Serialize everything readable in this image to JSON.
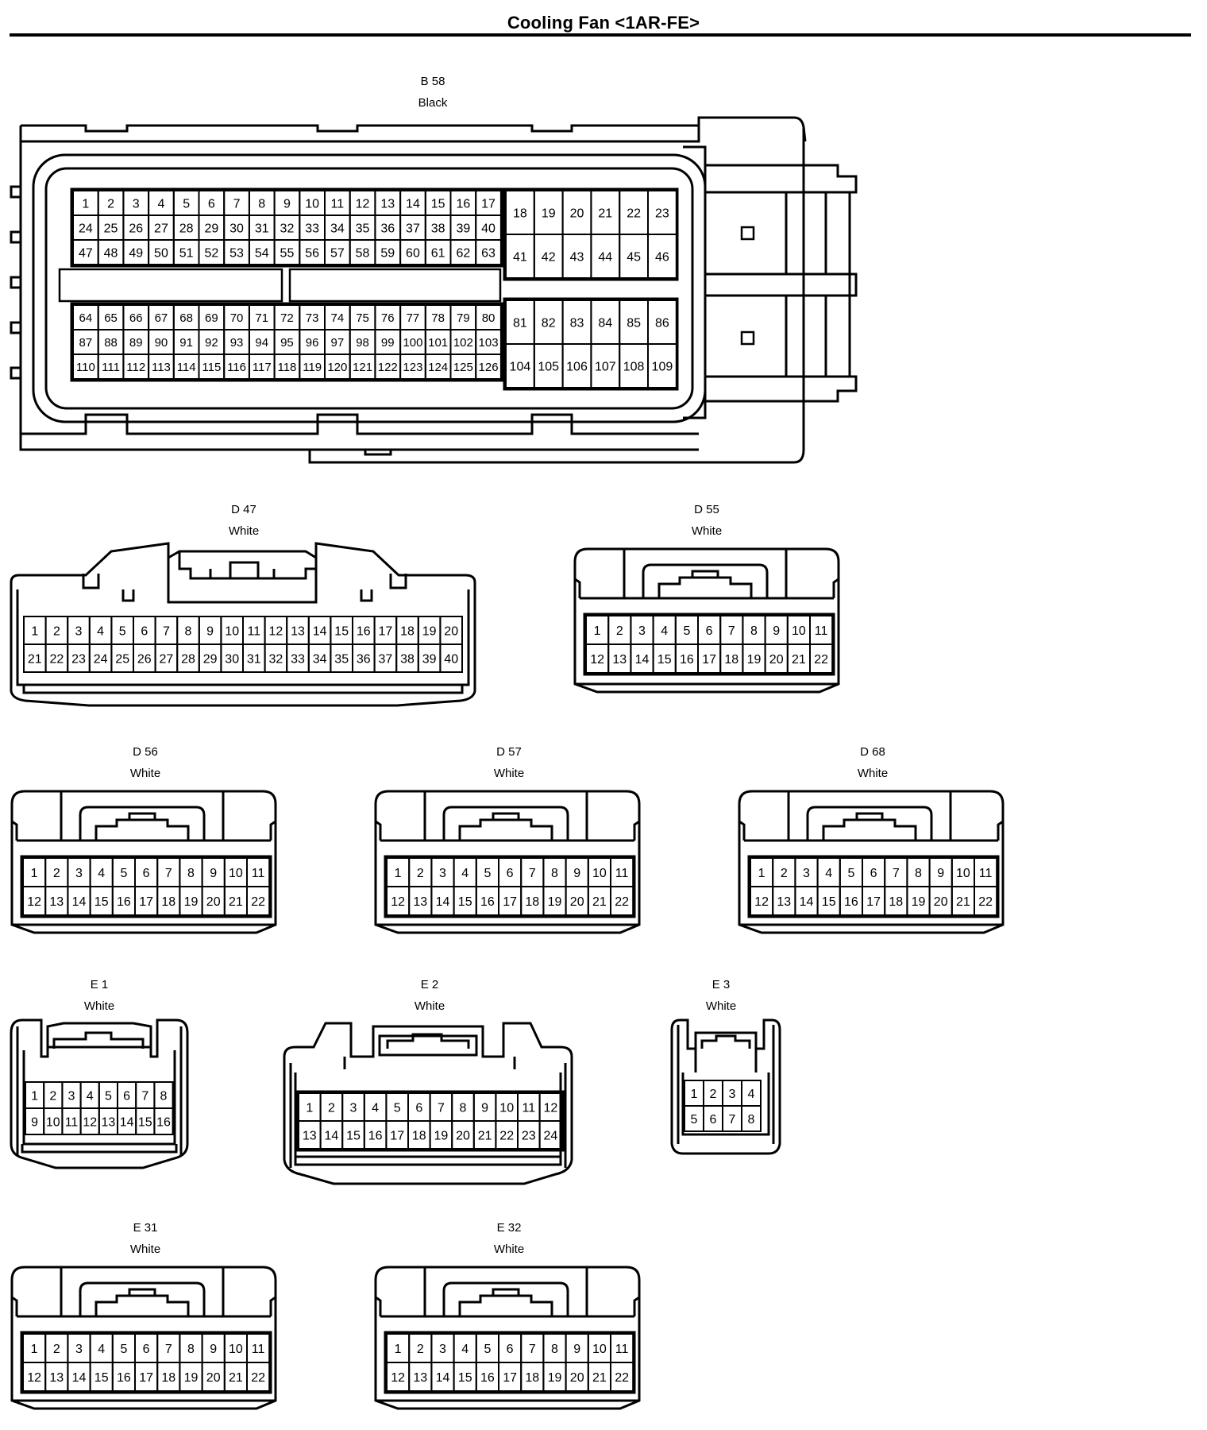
{
  "title": "Cooling Fan <1AR-FE>",
  "connectors": {
    "B58": {
      "id": "B 58",
      "color": "Black"
    },
    "D47": {
      "id": "D 47",
      "color": "White"
    },
    "D55": {
      "id": "D 55",
      "color": "White"
    },
    "D56": {
      "id": "D 56",
      "color": "White"
    },
    "D57": {
      "id": "D 57",
      "color": "White"
    },
    "D68": {
      "id": "D 68",
      "color": "White"
    },
    "E1": {
      "id": "E 1",
      "color": "White"
    },
    "E2": {
      "id": "E 2",
      "color": "White"
    },
    "E3": {
      "id": "E 3",
      "color": "White"
    },
    "E31": {
      "id": "E 31",
      "color": "White"
    },
    "E32": {
      "id": "E 32",
      "color": "White"
    }
  }
}
